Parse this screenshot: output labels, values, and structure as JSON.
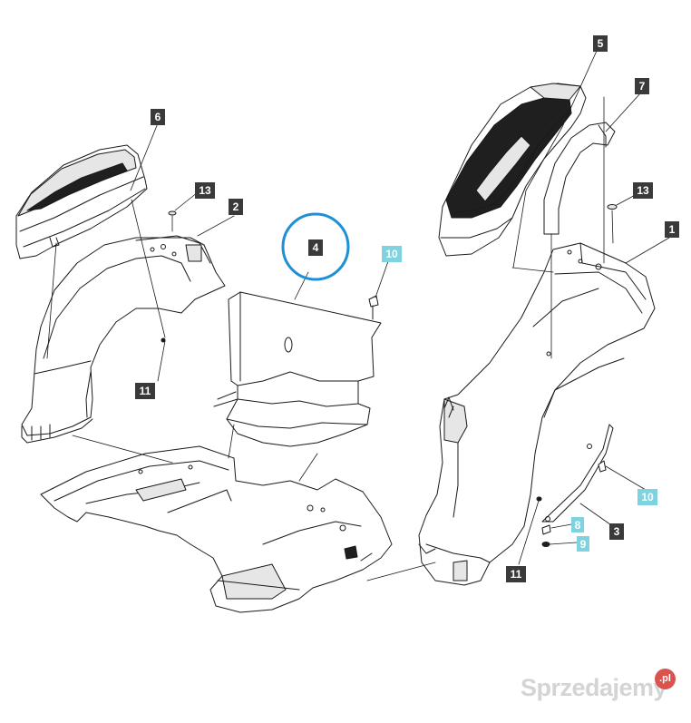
{
  "callouts": [
    {
      "id": "c1",
      "label": "1",
      "style": "dark"
    },
    {
      "id": "c2",
      "label": "2",
      "style": "dark"
    },
    {
      "id": "c3",
      "label": "3",
      "style": "dark"
    },
    {
      "id": "c4",
      "label": "4",
      "style": "dark",
      "highlighted": true
    },
    {
      "id": "c5",
      "label": "5",
      "style": "dark"
    },
    {
      "id": "c6",
      "label": "6",
      "style": "dark"
    },
    {
      "id": "c7",
      "label": "7",
      "style": "dark"
    },
    {
      "id": "c8",
      "label": "8",
      "style": "light"
    },
    {
      "id": "c9",
      "label": "9",
      "style": "light"
    },
    {
      "id": "c10a",
      "label": "10",
      "style": "light"
    },
    {
      "id": "c10b",
      "label": "10",
      "style": "light"
    },
    {
      "id": "c11a",
      "label": "11",
      "style": "dark"
    },
    {
      "id": "c11b",
      "label": "11",
      "style": "dark"
    },
    {
      "id": "c13a",
      "label": "13",
      "style": "dark"
    },
    {
      "id": "c13b",
      "label": "13",
      "style": "dark"
    }
  ],
  "watermark": {
    "text": "Sprzedajemy",
    "badge": ".pl"
  },
  "colors": {
    "callout_dark": "#3a3a3a",
    "callout_light": "#7fd3e0",
    "callout_light_text": "#ffffff",
    "highlight_ring": "#1e90d6",
    "line": "#1a1a1a",
    "part_fill": "#ffffff",
    "shade": "#e6e6e6",
    "dark_part": "#1f1f1f",
    "watermark": "#d4d4d4",
    "watermark_badge": "#d9534f"
  }
}
